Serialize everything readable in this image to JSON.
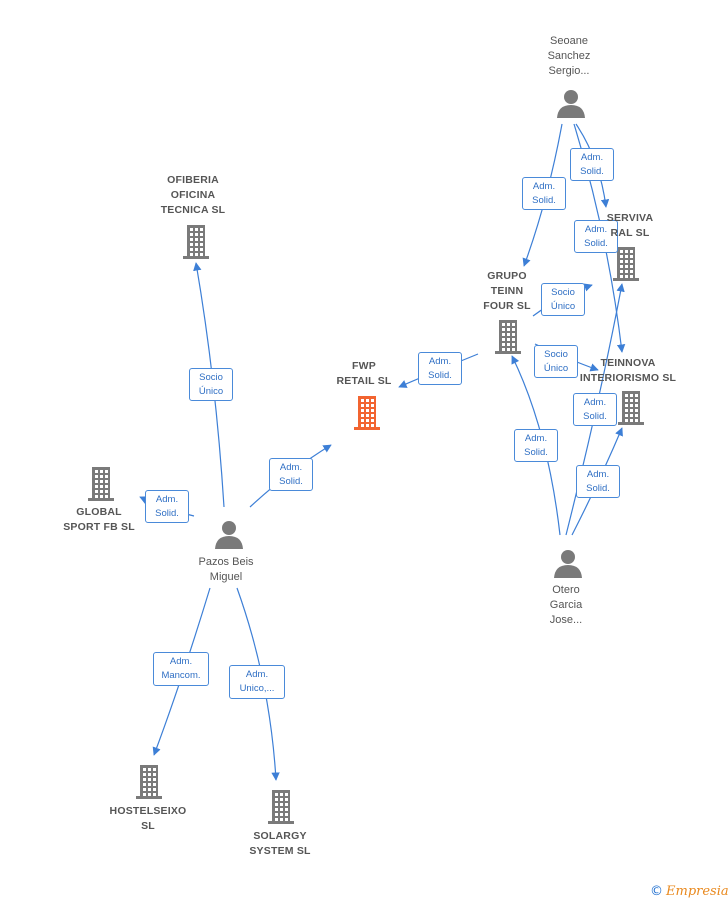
{
  "nodes": {
    "ofiberia": {
      "label": "OFIBERIA\nOFICINA\nTECNICA SL",
      "kind": "company"
    },
    "fwp": {
      "label": "FWP\nRETAIL  SL",
      "kind": "company-focus"
    },
    "global": {
      "label": "GLOBAL\nSPORT FB  SL",
      "kind": "company"
    },
    "hostelseixo": {
      "label": "HOSTELSEIXO\nSL",
      "kind": "company"
    },
    "solargy": {
      "label": "SOLARGY\nSYSTEM  SL",
      "kind": "company"
    },
    "grupo": {
      "label": "GRUPO\nTEINN\nFOUR  SL",
      "kind": "company"
    },
    "serviva": {
      "label": "SERVIVA\nRAL  SL",
      "kind": "company"
    },
    "teinnova": {
      "label": "TEINNOVA\nINTERIORISMO SL",
      "kind": "company"
    },
    "pazos": {
      "label": "Pazos Beis\nMiguel",
      "kind": "person"
    },
    "seoane": {
      "label": "Seoane\nSanchez\nSergio...",
      "kind": "person"
    },
    "otero": {
      "label": "Otero\nGarcia\nJose...",
      "kind": "person"
    }
  },
  "edges": [
    {
      "id": "pazos-ofiberia",
      "label": "Socio\nÚnico"
    },
    {
      "id": "pazos-fwp",
      "label": "Adm.\nSolid."
    },
    {
      "id": "pazos-global",
      "label": "Adm.\nSolid."
    },
    {
      "id": "pazos-hostelseixo",
      "label": "Adm.\nMancom."
    },
    {
      "id": "pazos-solargy",
      "label": "Adm.\nUnico,..."
    },
    {
      "id": "grupo-fwp",
      "label": "Adm.\nSolid."
    },
    {
      "id": "seoane-grupo",
      "label": "Adm.\nSolid."
    },
    {
      "id": "seoane-serviva",
      "label": "Adm.\nSolid."
    },
    {
      "id": "seoane-teinnova",
      "label": "Adm.\nSolid."
    },
    {
      "id": "grupo-serviva",
      "label": "Socio\nÚnico"
    },
    {
      "id": "grupo-teinnova",
      "label": "Socio\nÚnico"
    },
    {
      "id": "otero-grupo",
      "label": "Adm.\nSolid."
    },
    {
      "id": "otero-serviva",
      "label": "Adm.\nSolid."
    },
    {
      "id": "otero-teinnova",
      "label": "Adm.\nSolid."
    }
  ],
  "colors": {
    "edge": "#3d7fd6",
    "company_icon": "#7a7a7a",
    "focus_icon": "#f26430",
    "person_icon": "#7a7a7a"
  },
  "brand": {
    "symbol": "©",
    "name": "Empresia"
  }
}
